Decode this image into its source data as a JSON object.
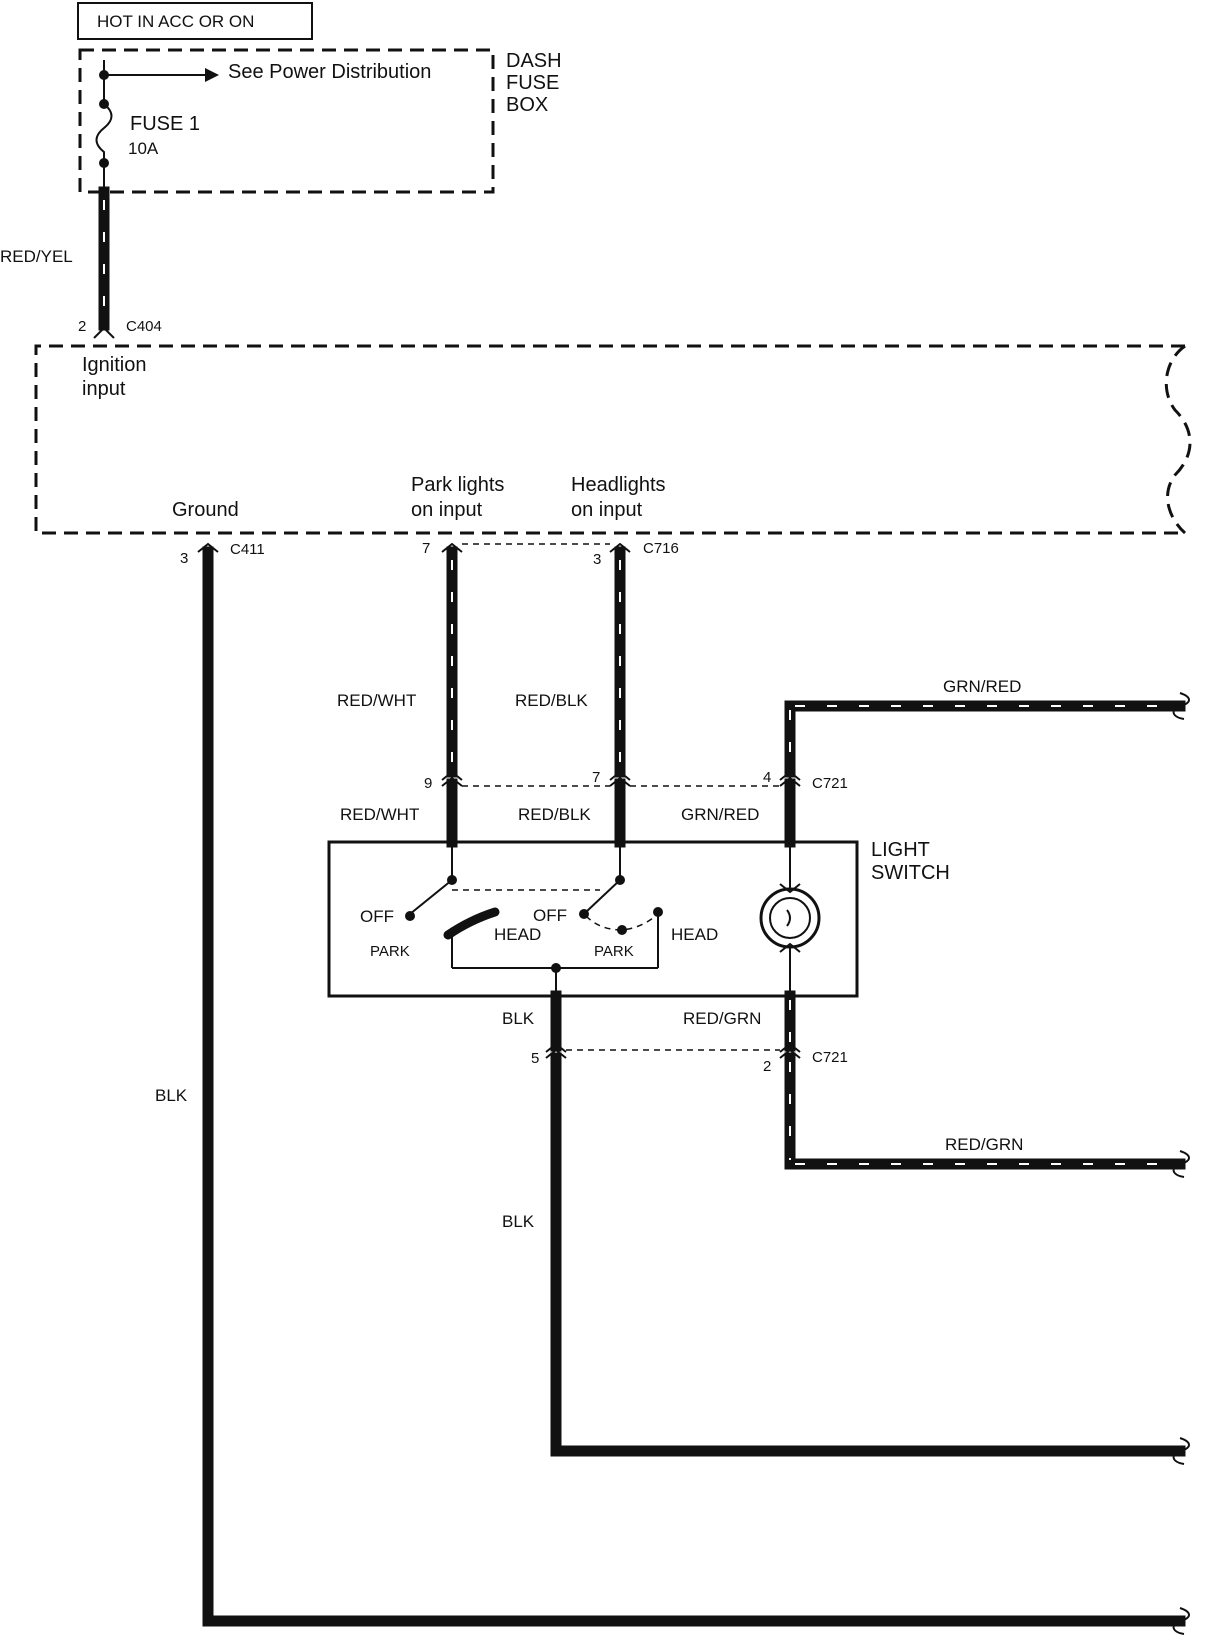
{
  "power_note": "HOT IN ACC OR ON",
  "fuse_box": {
    "name_lines": [
      "DASH",
      "FUSE",
      "BOX"
    ],
    "power_ref": "See Power Distribution",
    "fuse_name": "FUSE 1",
    "fuse_rating": "10A"
  },
  "module": {
    "ignition_input": [
      "Ignition",
      "input"
    ],
    "ground": "Ground",
    "park_input": [
      "Park lights",
      "on input"
    ],
    "head_input": [
      "Headlights",
      "on input"
    ]
  },
  "connectors": {
    "c404": {
      "name": "C404",
      "pin": "2"
    },
    "c411": {
      "name": "C411",
      "pin": "3"
    },
    "c716": {
      "name": "C716",
      "pin_park": "7",
      "pin_head": "3"
    },
    "c721_top": {
      "name": "C721",
      "pin_park": "9",
      "pin_head": "7",
      "pin_dimmer": "4"
    },
    "c721_bottom": {
      "name": "C721",
      "pin_ground": "5",
      "pin_dimmer": "2"
    }
  },
  "wires": {
    "fuse_feed": "RED/YEL",
    "park_upper": "RED/WHT",
    "park_lower": "RED/WHT",
    "head_upper": "RED/BLK",
    "head_lower": "RED/BLK",
    "dimmer_in_upper": "GRN/RED",
    "dimmer_in_lower": "GRN/RED",
    "switch_ground_upper": "BLK",
    "switch_ground_lower": "BLK",
    "dimmer_out_upper": "RED/GRN",
    "dimmer_out_lower": "RED/GRN",
    "module_ground": "BLK"
  },
  "light_switch": {
    "name_lines": [
      "LIGHT",
      "SWITCH"
    ],
    "off_1": "OFF",
    "park_1": "PARK",
    "head_1": "HEAD",
    "off_2": "OFF",
    "park_2": "PARK",
    "head_2": "HEAD"
  }
}
